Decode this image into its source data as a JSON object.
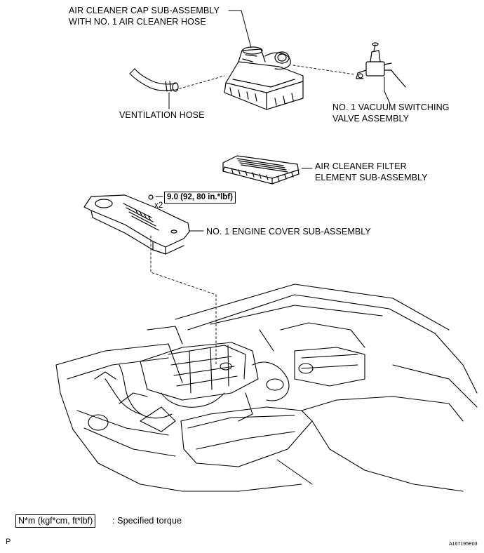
{
  "labels": {
    "air_cleaner_cap": [
      "AIR CLEANER CAP SUB-ASSEMBLY",
      "WITH NO. 1 AIR CLEANER HOSE"
    ],
    "vacuum_valve": [
      "NO. 1 VACUUM SWITCHING",
      "VALVE ASSEMBLY"
    ],
    "ventilation_hose": "VENTILATION HOSE",
    "filter_element": [
      "AIR CLEANER FILTER",
      "ELEMENT SUB-ASSEMBLY"
    ],
    "engine_cover": "NO. 1 ENGINE COVER SUB-ASSEMBLY"
  },
  "torque": {
    "value": "9.0 (92, 80 in.*lbf)",
    "quantity": "x2"
  },
  "legend": {
    "unit_box": "N*m (kgf*cm, ft*lbf)",
    "description": ": Specified torque"
  },
  "footer": {
    "left_code": "P",
    "figure_id": "A167195E03"
  }
}
